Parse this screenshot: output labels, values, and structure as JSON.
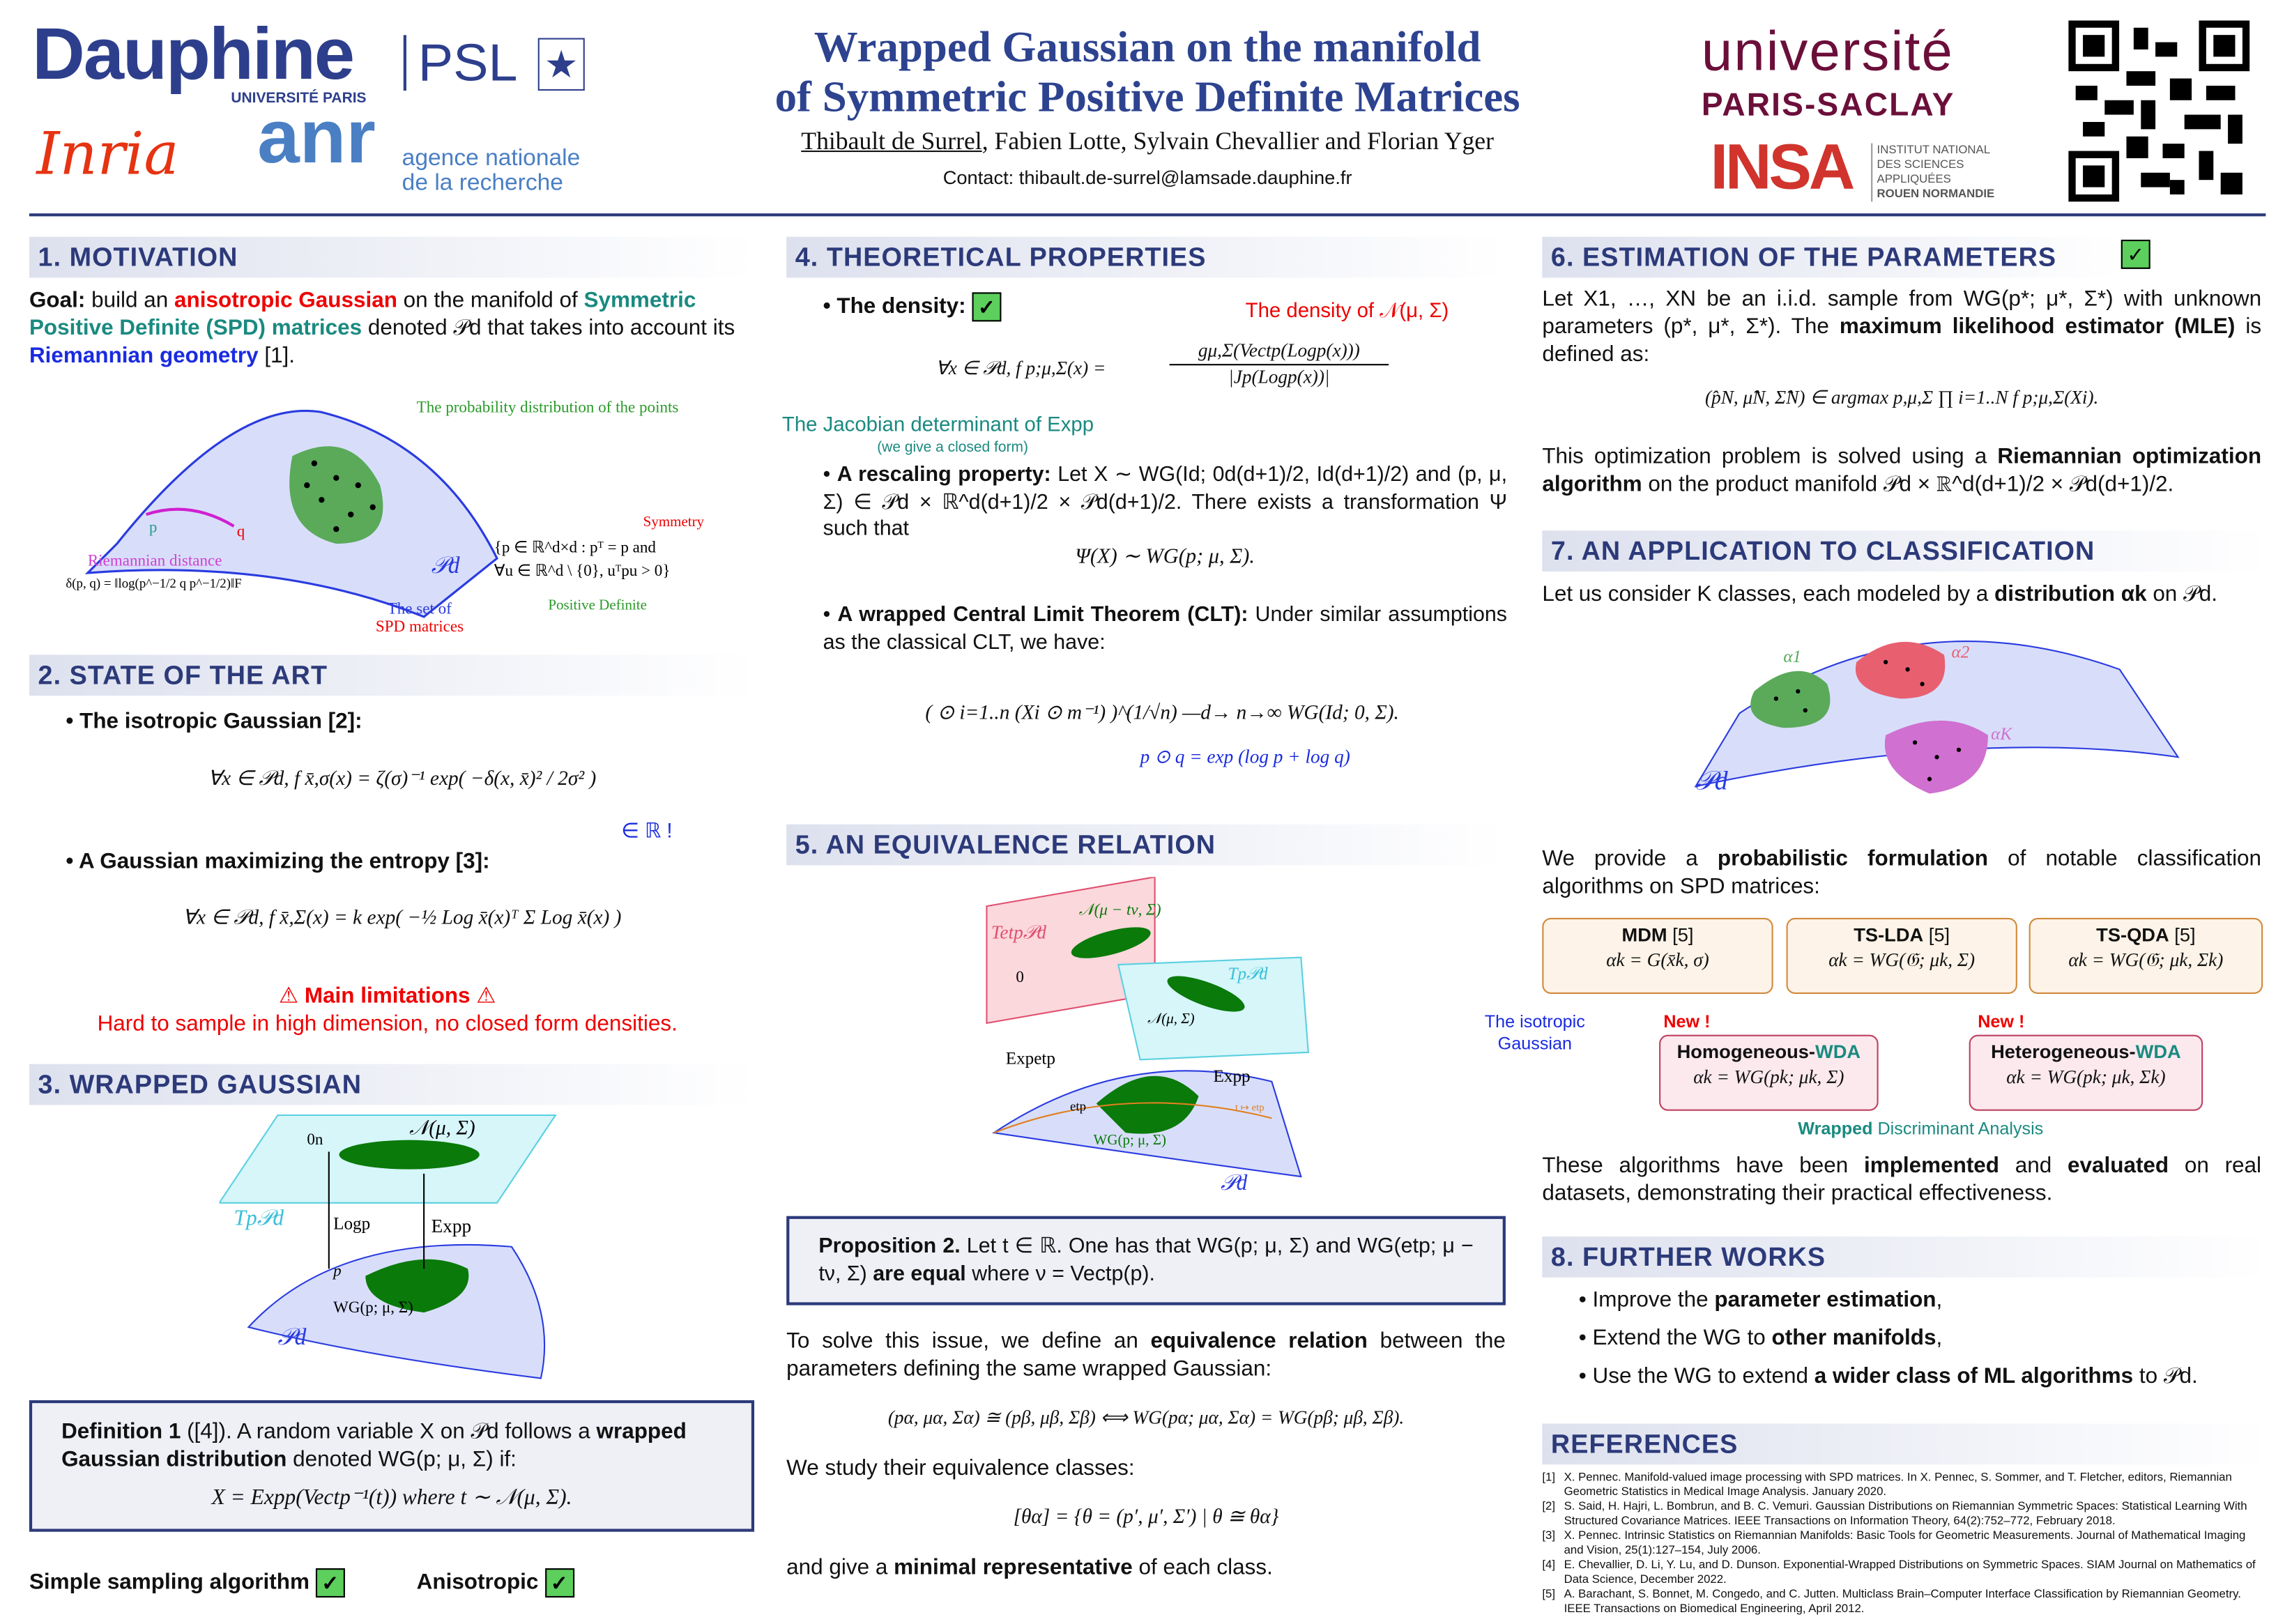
{
  "header": {
    "title_line1": "Wrapped Gaussian on the manifold",
    "title_line2": "of Symmetric Positive Definite Matrices",
    "presenting_author": "Thibault de Surrel",
    "other_authors": ", Fabien Lotte, Sylvain Chevallier and Florian Yger",
    "contact": "Contact:  thibault.de-surrel@lamsade.dauphine.fr",
    "logos": {
      "dauphine": "Dauphine",
      "dauphine_sub": "UNIVERSITÉ PARIS",
      "psl": "PSL",
      "inria": "Inria",
      "anr": "anr",
      "anr_sub1": "agence nationale",
      "anr_sub2": "de la recherche",
      "saclay1": "université",
      "saclay2": "PARIS-SACLAY",
      "insa": "INSA",
      "insa_sub": [
        "INSTITUT NATIONAL",
        "DES SCIENCES",
        "APPLIQUÉES",
        "ROUEN NORMANDIE"
      ]
    }
  },
  "s1": {
    "title": "1. MOTIVATION",
    "goal_label": "Goal:",
    "t1": " build an ",
    "anisotropic": "anisotropic Gaussian",
    "t2": " on the manifold of ",
    "spd": "Symmetric Positive Definite (SPD) matrices",
    "t3": " denoted 𝒫d that takes into account its ",
    "riem": "Riemannian geometry",
    "t4": " [1].",
    "fig": {
      "prob_dist": "The probability distribution of the points",
      "riem_dist": "Riemannian distance",
      "dist_formula": "δ(p, q) = ‖log(p^−1/2 q p^−1/2)‖F",
      "p": "p",
      "q": "q",
      "pd": "𝒫d",
      "set_of": "The set of",
      "spd_matrices": "SPD matrices",
      "set_def1": "{p ∈ ℝ^d×d : pᵀ = p and",
      "set_def2": " ∀u ∈ ℝ^d \\ {0}, uᵀpu > 0}",
      "symmetry": "Symmetry",
      "pos_def": "Positive Definite"
    }
  },
  "s2": {
    "title": "2. STATE OF THE ART",
    "item1": "The isotropic Gaussian [2]:",
    "eq1": "∀x ∈ 𝒫d,  f x̄,σ(x) = ζ(σ)⁻¹ exp( −δ(x, x̄)² / 2σ² )",
    "in_r": "∈ ℝ !",
    "item2": "A Gaussian maximizing the entropy [3]:",
    "eq2": "∀x ∈ 𝒫d,  f x̄,Σ(x) = k exp( −½ Log x̄(x)ᵀ Σ Log x̄(x) )",
    "limit_title": "Main limitations",
    "limit_text": "Hard to sample in high dimension, no closed form densities."
  },
  "s3": {
    "title": "3. WRAPPED GAUSSIAN",
    "fig": {
      "normal": "𝒩(μ, Σ)",
      "zero": "0n",
      "tangent": "Tp𝒫d",
      "log": "Logp",
      "exp": "Expp",
      "p": "p",
      "wg": "WG(p; μ, Σ)",
      "pd": "𝒫d"
    },
    "def_label": "Definition 1",
    "def_text": " ([4]). A random variable X on 𝒫d follows a ",
    "def_bold": "wrapped Gaussian distribution",
    "def_text2": " denoted WG(p; μ, Σ) if:",
    "def_eq": "X = Expp(Vectp⁻¹(t))   where t ∼ 𝒩(μ, Σ).",
    "simple": "Simple sampling algorithm",
    "aniso": "Anisotropic"
  },
  "s4": {
    "title": "4. THEORETICAL PROPERTIES",
    "density_label": "The density:",
    "density_annot": "The density of 𝒩(μ, Σ)",
    "density_eq_lhs": "∀x ∈ 𝒫d,  f p;μ,Σ(x) =",
    "density_num": "gμ,Σ(Vectp(Logp(x)))",
    "density_den": "|Jp(Logp(x))|",
    "jacobian": "The Jacobian determinant of Expp",
    "closed_form": "(we give a closed form)",
    "rescale_bold": "A rescaling property:",
    "rescale_text": " Let X ∼ WG(Id; 0d(d+1)/2, Id(d+1)/2) and (p, μ, Σ) ∈ 𝒫d × ℝ^d(d+1)/2 × 𝒫d(d+1)/2. There exists a transformation Ψ such that",
    "rescale_eq": "Ψ(X) ∼ WG(p; μ, Σ).",
    "clt_bold": "A wrapped Central Limit Theorem (CLT):",
    "clt_text": " Under similar assumptions as the classical CLT, we have:",
    "clt_eq": "( ⊙ i=1..n (Xi ⊙ m⁻¹) )^(1/√n)  —d→ n→∞  WG(Id; 0, Σ).",
    "odot_def": "p ⊙ q = exp (log p + log q)"
  },
  "s5": {
    "title": "5. AN EQUIVALENCE RELATION",
    "fig": {
      "tetp": "Tetp𝒫d",
      "tp": "Tp𝒫d",
      "n1": "𝒩(μ − tν, Σ)",
      "n2": "𝒩(μ, Σ)",
      "zero": "0",
      "exp1": "Expetp",
      "exp2": "Expp",
      "etp": "etp",
      "wg": "WG(p; μ, Σ)",
      "pd": "𝒫d",
      "tv": "t ↦ etp"
    },
    "prop_label": "Proposition 2.",
    "prop_text": " Let t ∈ ℝ. One has that WG(p; μ, Σ) and WG(etp; μ − tν, Σ) ",
    "prop_bold": "are equal",
    "prop_text2": " where ν = Vectp(p).",
    "para1a": "To solve this issue, we define an ",
    "para1b": "equivalence relation",
    "para1c": " between the parameters defining the same wrapped Gaussian:",
    "eq1": "(pα, μα, Σα) ≅ (pβ, μβ, Σβ)  ⟺  WG(pα; μα, Σα) = WG(pβ; μβ, Σβ).",
    "para2": "We study their equivalence classes:",
    "eq2": "[θα] = {θ = (p′, μ′, Σ′) | θ ≅ θα}",
    "para3a": "and give a ",
    "para3b": "minimal representative",
    "para3c": " of each class."
  },
  "s6": {
    "title": "6. ESTIMATION OF THE PARAMETERS",
    "p1a": "Let X1, …, XN be an i.i.d. sample from WG(p*; μ*, Σ*) with unknown parameters (p*, μ*, Σ*). The ",
    "p1b": "maximum likelihood estimator (MLE)",
    "p1c": " is defined as:",
    "eq": "(p̂N, μ̂N, Σ̂N) ∈ argmax p,μ,Σ ∏ i=1..N f p;μ,Σ(Xi).",
    "p2a": "This optimization problem is solved using a ",
    "p2b": "Riemannian optimization algorithm",
    "p2c": " on the product manifold 𝒫d × ℝ^d(d+1)/2 × 𝒫d(d+1)/2."
  },
  "s7": {
    "title": "7. AN APPLICATION TO CLASSIFICATION",
    "p1a": "Let us consider K classes, each modeled by a ",
    "p1b": "distribution αk",
    "p1c": " on 𝒫d.",
    "fig": {
      "a1": "α1",
      "a2": "α2",
      "ak": "αK",
      "pd": "𝒫d"
    },
    "p2a": "We provide a ",
    "p2b": "probabilistic formulation",
    "p2c": " of notable classification algorithms on SPD matrices:",
    "cards": [
      {
        "name": "MDM",
        "ref": " [5]",
        "eq": "αk = G(x̄k, σ)"
      },
      {
        "name": "TS-LDA",
        "ref": " [5]",
        "eq": "αk = WG(𝔊; μk, Σ)"
      },
      {
        "name": "TS-QDA",
        "ref": " [5]",
        "eq": "αk = WG(𝔊; μk, Σk)"
      }
    ],
    "iso_note": "The isotropic Gaussian",
    "new": "New !",
    "new_cards": [
      {
        "name": "Homogeneous-",
        "wda": "WDA",
        "eq": "αk = WG(pk; μk, Σ)"
      },
      {
        "name": "Heterogeneous-",
        "wda": "WDA",
        "eq": "αk = WG(pk; μk, Σk)"
      }
    ],
    "wda_a": "Wrapped",
    "wda_b": " Discriminant Analysis",
    "p3a": "These algorithms have been ",
    "p3b": "implemented",
    "p3c": " and ",
    "p3d": "evaluated",
    "p3e": " on real datasets, demonstrating their practical effectiveness."
  },
  "s8": {
    "title": "8. FURTHER WORKS",
    "items": [
      {
        "a": "Improve the ",
        "b": "parameter estimation",
        "c": ","
      },
      {
        "a": "Extend the WG to ",
        "b": "other manifolds",
        "c": ","
      },
      {
        "a": "Use the WG to extend ",
        "b": "a wider class of ML algorithms",
        "c": " to 𝒫d."
      }
    ]
  },
  "refs": {
    "title": "REFERENCES",
    "items": [
      {
        "n": "[1]",
        "t": "X. Pennec. Manifold-valued image processing with SPD matrices. In X. Pennec, S. Sommer, and T. Fletcher, editors, Riemannian Geometric Statistics in Medical Image Analysis. January 2020."
      },
      {
        "n": "[2]",
        "t": "S. Said, H. Hajri, L. Bombrun, and B. C. Vemuri. Gaussian Distributions on Riemannian Symmetric Spaces: Statistical Learning With Structured Covariance Matrices. IEEE Transactions on Information Theory, 64(2):752–772, February 2018."
      },
      {
        "n": "[3]",
        "t": "X. Pennec. Intrinsic Statistics on Riemannian Manifolds: Basic Tools for Geometric Measurements. Journal of Mathematical Imaging and Vision, 25(1):127–154, July 2006."
      },
      {
        "n": "[4]",
        "t": "E. Chevallier, D. Li, Y. Lu, and D. Dunson. Exponential-Wrapped Distributions on Symmetric Spaces. SIAM Journal on Mathematics of Data Science, December 2022."
      },
      {
        "n": "[5]",
        "t": "A. Barachant, S. Bonnet, M. Congedo, and C. Jutten. Multiclass Brain–Computer Interface Classification by Riemannian Geometry. IEEE Transactions on Biomedical Engineering, April 2012."
      }
    ]
  },
  "colors": {
    "accent": "#2c3a7a",
    "teal": "#1a8a80",
    "red": "#e00000",
    "blue": "#1a2be0"
  }
}
